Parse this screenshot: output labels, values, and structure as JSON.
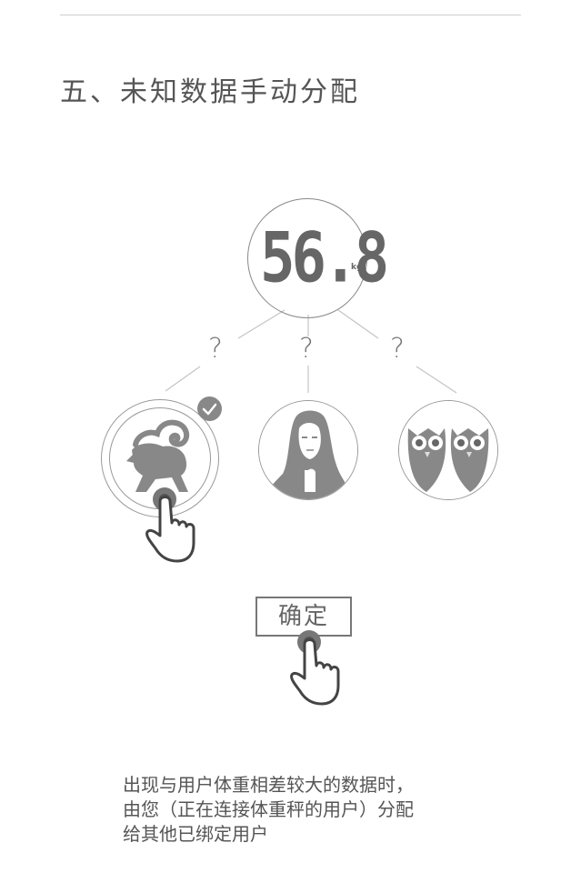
{
  "page": {
    "title": "五、未知数据手动分配"
  },
  "scale": {
    "weight": "56.8",
    "unit": "kg"
  },
  "question_mark": "?",
  "users": [
    {
      "name": "goat-avatar",
      "selected": true
    },
    {
      "name": "woman-avatar",
      "selected": false
    },
    {
      "name": "owl-avatar",
      "selected": false
    }
  ],
  "confirm_button": {
    "label": "确定"
  },
  "description": {
    "line1": "出现与用户体重相差较大的数据时，",
    "line2": "由您（正在连接体重秤的用户）分配",
    "line3": "给其他已绑定用户"
  },
  "colors": {
    "line": "#bfbfbf",
    "icon": "#888888",
    "text": "#555555"
  }
}
